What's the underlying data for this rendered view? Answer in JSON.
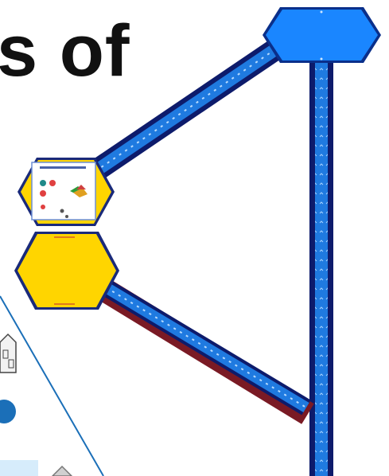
{
  "title_fragment": "s of",
  "colors": {
    "bar_dark": "#0d1b6b",
    "bar_fill": "#1f7ae0",
    "bar_shadow": "#7a1a24",
    "hex_blue_fill": "#1a86ff",
    "hex_blue_stroke": "#0a2f8a",
    "hex_yellow_fill": "#ffd500",
    "hex_yellow_stroke": "#1a2a7a",
    "line_blue": "#1b6fb8",
    "background": "#ffffff"
  },
  "nodes": [
    {
      "id": "top-right-hexagon",
      "shape": "hexagon",
      "color": "blue"
    },
    {
      "id": "upper-left-hexagon",
      "shape": "hexagon",
      "color": "yellow",
      "has_thumbnail": true
    },
    {
      "id": "lower-left-hexagon",
      "shape": "hexagon",
      "color": "yellow"
    }
  ],
  "connectors": [
    {
      "id": "upper-diagonal-bar",
      "from": "upper-left-hexagon",
      "to": "top-right-hexagon"
    },
    {
      "id": "lower-diagonal-bar",
      "from": "lower-left-hexagon",
      "to": "vertical-bar"
    },
    {
      "id": "vertical-bar",
      "from": "top-right-hexagon",
      "to": "bottom-edge"
    }
  ],
  "icons": [
    "house-icon",
    "blue-dot-icon",
    "small-house-icon"
  ]
}
